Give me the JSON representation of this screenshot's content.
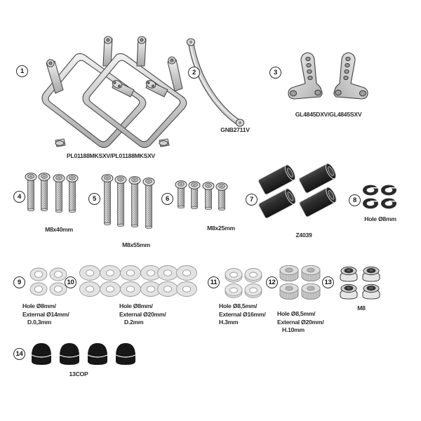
{
  "document": {
    "type": "parts-exploded-diagram",
    "title": "Motorcycle pannier rack fitting kit parts list",
    "background_color": "#ffffff",
    "line_color": "#3a3a3a"
  },
  "items": [
    {
      "number": "1",
      "name": "pannier-side-frames",
      "caption": "PL01188MKSXV/PL01188MKSXV",
      "caption_lines": [
        "PL01188MKSXV/PL01188MKSXV"
      ],
      "quantity": 2,
      "shape": "tubular-diamond-frame-pair"
    },
    {
      "number": "2",
      "name": "curved-cross-brace",
      "caption": "GNB2711V",
      "caption_lines": [
        "GNB2711V"
      ],
      "quantity": 1,
      "shape": "curved-flat-bar"
    },
    {
      "number": "3",
      "name": "mounting-brackets",
      "caption": "GL4845DXV/GL4845SXV",
      "caption_lines": [
        "GL4845DXV/GL4845SXV"
      ],
      "quantity": 2,
      "shape": "y-shaped-plate-pair"
    },
    {
      "number": "4",
      "name": "bolts-m8x40",
      "caption": "M8x40mm",
      "caption_lines": [
        "M8x40mm"
      ],
      "quantity": 4,
      "shape": "button-head-bolt"
    },
    {
      "number": "5",
      "name": "bolts-m8x55",
      "caption": "M8x55mm",
      "caption_lines": [
        "M8x55mm"
      ],
      "quantity": 4,
      "shape": "button-head-bolt"
    },
    {
      "number": "6",
      "name": "bolts-m8x25",
      "caption": "M8x25mm",
      "caption_lines": [
        "M8x25mm"
      ],
      "quantity": 4,
      "shape": "button-head-bolt"
    },
    {
      "number": "7",
      "name": "spacer-tubes",
      "caption": "Z4039",
      "caption_lines": [
        "Z4039"
      ],
      "quantity": 4,
      "shape": "dark-cylindrical-spacer"
    },
    {
      "number": "8",
      "name": "lock-washers",
      "caption": "Hole Ø8mm",
      "caption_lines": [
        "Hole Ø8mm"
      ],
      "quantity": 4,
      "shape": "split-lock-washer"
    },
    {
      "number": "9",
      "name": "washers-14mm",
      "caption": "Hole Ø8mm/ External Ø14mm/ D.0,3mm",
      "caption_lines": [
        "Hole Ø8mm/",
        "External Ø14mm/",
        "D.0,3mm"
      ],
      "quantity": 4,
      "shape": "flat-washer"
    },
    {
      "number": "10",
      "name": "washers-20mm",
      "caption": "Hole Ø8mm/ External Ø20mm/ D.2mm",
      "caption_lines": [
        "Hole Ø8mm/",
        "External Ø20mm/",
        "D.2mm"
      ],
      "quantity": 12,
      "shape": "flat-washer"
    },
    {
      "number": "11",
      "name": "spacers-16mm",
      "caption": "Hole Ø8,5mm/ External Ø16mm/ H.3mm",
      "caption_lines": [
        "Hole Ø8,5mm/",
        "External Ø16mm/",
        "H.3mm"
      ],
      "quantity": 4,
      "shape": "thick-washer"
    },
    {
      "number": "12",
      "name": "spacers-20mm",
      "caption": "Hole Ø8,5mm/ External Ø20mm/ H.10mm",
      "caption_lines": [
        "Hole Ø8,5mm/",
        "External Ø20mm/",
        "H.10mm"
      ],
      "quantity": 4,
      "shape": "knurled-spacer"
    },
    {
      "number": "13",
      "name": "flange-nuts",
      "caption": "M8",
      "caption_lines": [
        "M8"
      ],
      "quantity": 4,
      "shape": "hex-flange-nut"
    },
    {
      "number": "14",
      "name": "cap-covers",
      "caption": "13COP",
      "caption_lines": [
        "13COP"
      ],
      "quantity": 4,
      "shape": "black-dome-cap"
    }
  ],
  "colors": {
    "outline": "#3a3a3a",
    "metal_light": "#e8e8e8",
    "metal_mid": "#d2d2d2",
    "metal_dark": "#b6b6b6",
    "dark_part": "#2c2c2c",
    "black_cap": "#1b1b1b",
    "text": "#2a2a2a"
  }
}
